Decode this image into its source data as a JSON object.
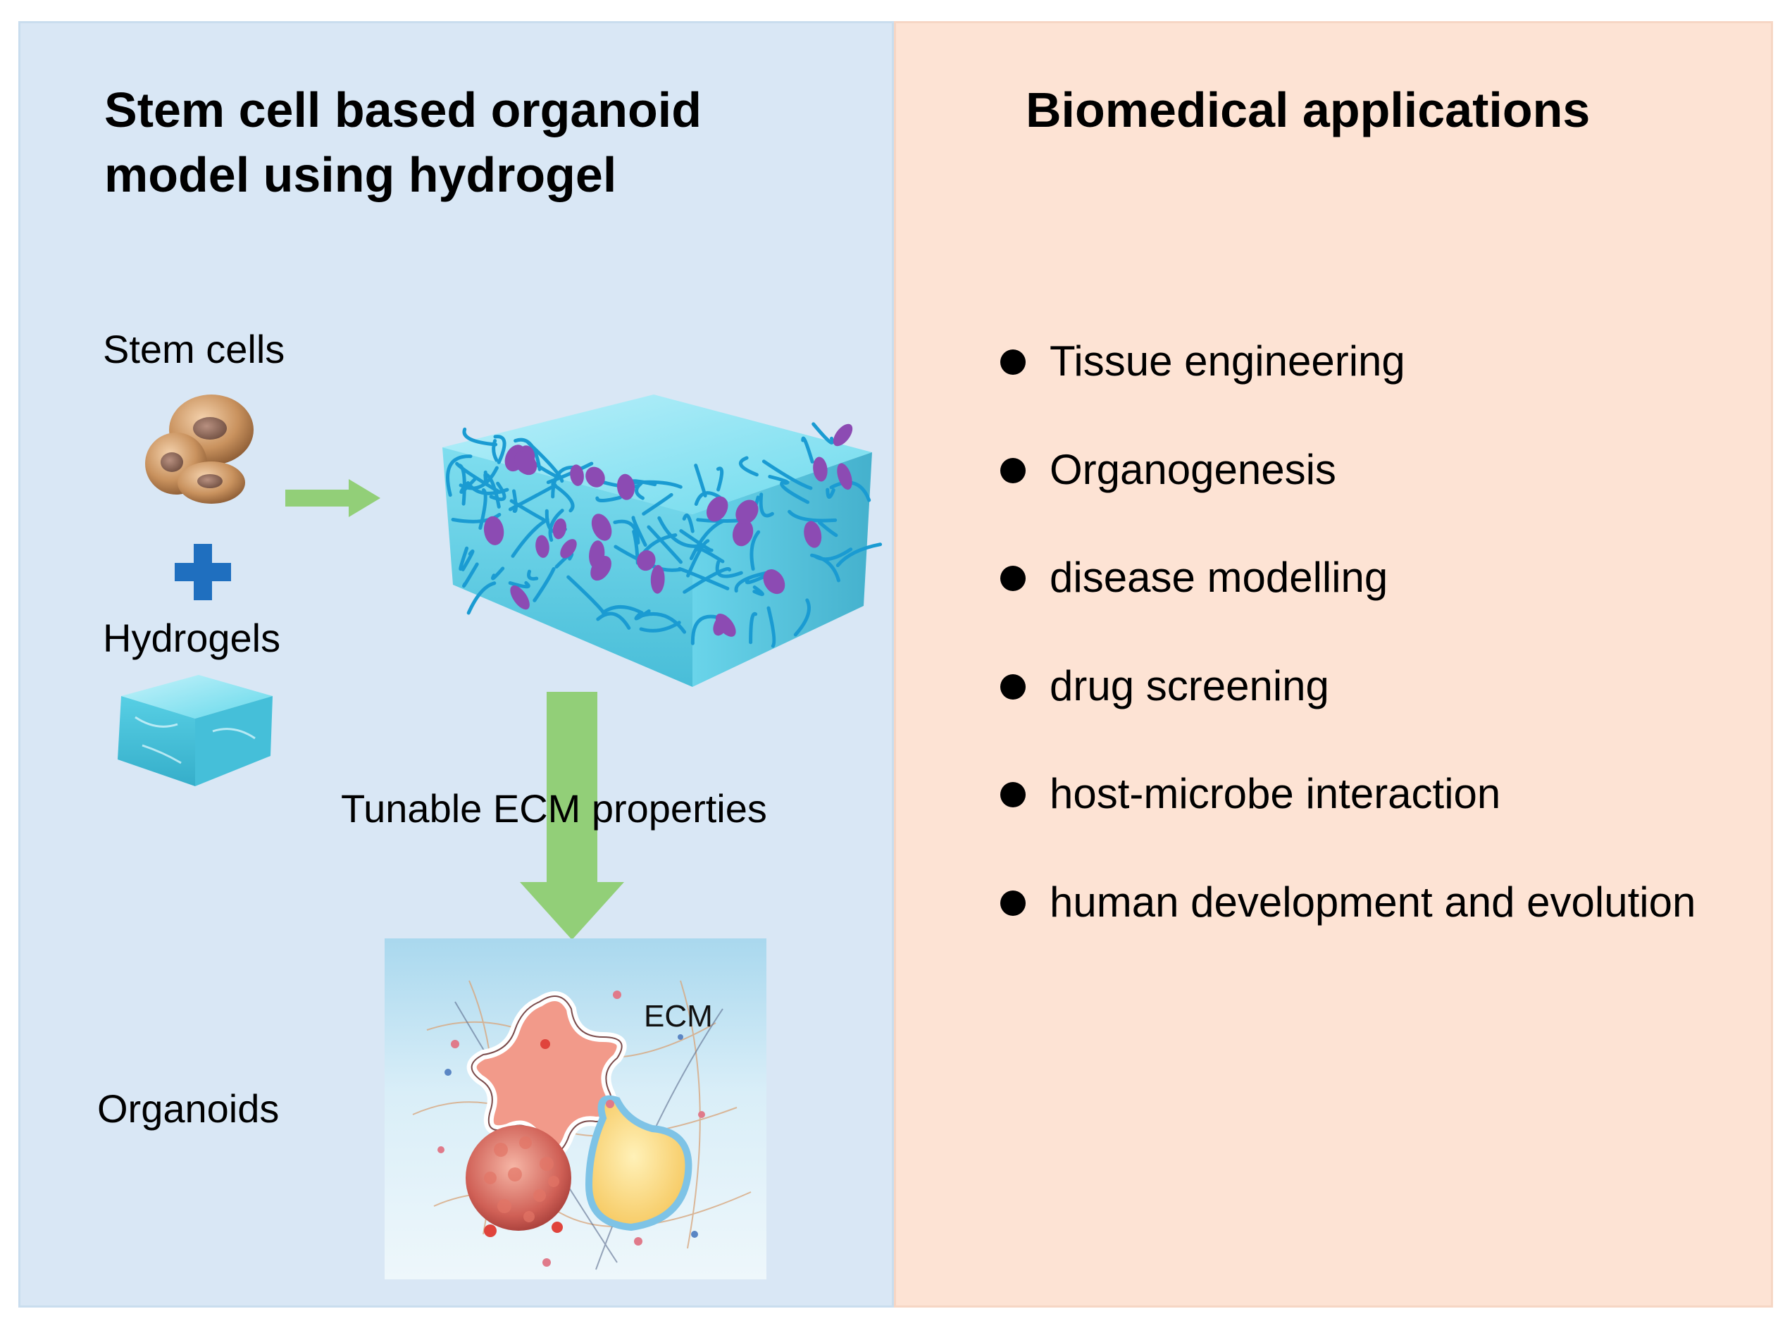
{
  "left_panel": {
    "title_line1": "Stem cell based organoid",
    "title_line2": "model using hydrogel",
    "stem_cells_label": "Stem cells",
    "hydrogels_label": "Hydrogels",
    "tunable_label": "Tunable ECM properties",
    "organoids_label": "Organoids",
    "ecm_label": "ECM",
    "plus_icon": "plus-icon",
    "colors": {
      "panel_bg": "#d9e7f5",
      "arrow_green": "#92cf78",
      "plus_blue": "#1f6fbf",
      "hydrogel_cyan": "#5fd8ea",
      "fiber_blue": "#1ea3d6",
      "cell_purple": "#8c4bb3"
    }
  },
  "right_panel": {
    "title": "Biomedical applications",
    "items": [
      "Tissue engineering",
      "Organogenesis",
      "disease modelling",
      "drug screening",
      "host-microbe interaction",
      "human development and evolution"
    ],
    "colors": {
      "panel_bg": "#fde3d4"
    }
  }
}
